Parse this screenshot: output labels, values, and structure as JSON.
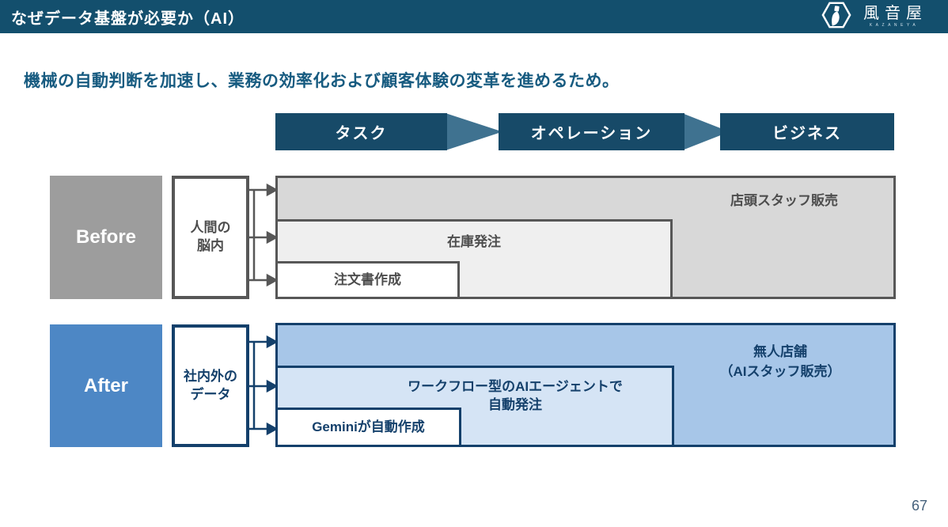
{
  "header": {
    "title": "なぜデータ基盤が必要か（AI）",
    "logo_text": "風音屋",
    "logo_subtext": "KAZANEYA"
  },
  "lead": "機械の自動判断を加速し、業務の効率化および顧客体験の変革を進めるため。",
  "flow_stages": [
    {
      "label": "タスク"
    },
    {
      "label": "オペレーション"
    },
    {
      "label": "ビジネス"
    }
  ],
  "rows": {
    "before": {
      "label": "Before",
      "source": "人間の\n脳内",
      "bars": {
        "business": "店頭スタッフ販売",
        "operation": "在庫発注",
        "task": "注文書作成"
      }
    },
    "after": {
      "label": "After",
      "source": "社内外の\nデータ",
      "bars": {
        "business": "無人店舗\n（AIスタッフ販売）",
        "operation": "ワークフロー型のAIエージェントで\n自動発注",
        "task": "Geminiが自動作成"
      }
    }
  },
  "page_number": "67",
  "colors": {
    "header_navy": "#134f6d",
    "flow_box_navy": "#174a68",
    "flow_arrow_blue": "#3f7290",
    "lead_text": "#175b80",
    "before_gray": "#9d9d9d",
    "before_border": "#575757",
    "before_bar_outer": "#d8d8d8",
    "before_bar_mid": "#efefef",
    "after_blue": "#4d87c5",
    "after_border": "#14406b",
    "after_bar_outer": "#a7c6e8",
    "after_bar_mid": "#d5e4f5"
  }
}
